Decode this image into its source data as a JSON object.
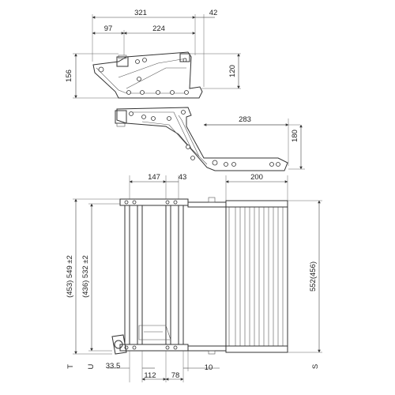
{
  "drawing": {
    "top_view": {
      "width_total": "321",
      "offset_right": "42",
      "left_segment": "97",
      "right_segment": "224",
      "height_total": "156",
      "height_inner": "120"
    },
    "side_view": {
      "extension": "283",
      "height": "180"
    },
    "front_view": {
      "top_left": "147",
      "top_mid": "43",
      "top_right": "200",
      "left_outer": "(453)  549 ±2",
      "left_inner": "(436)  532 ±2",
      "right": "552(456)",
      "bottom_a": "33.5",
      "bottom_b": "112",
      "bottom_c": "78",
      "bottom_d": "10",
      "marker_t": "T",
      "marker_u": "U",
      "marker_s": "S"
    }
  }
}
